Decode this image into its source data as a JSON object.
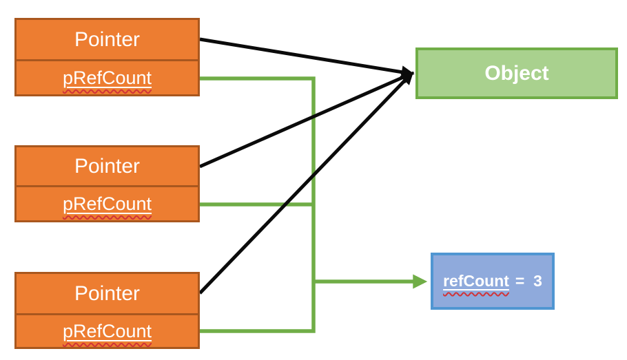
{
  "diagram": {
    "pointers": [
      {
        "title": "Pointer",
        "field": "pRefCount"
      },
      {
        "title": "Pointer",
        "field": "pRefCount"
      },
      {
        "title": "Pointer",
        "field": "pRefCount"
      }
    ],
    "object_box": {
      "label": "Object"
    },
    "refcount_box": {
      "keyword": "refCount",
      "rest": "=  3"
    }
  },
  "colors": {
    "orange-fill": "#ED7D31",
    "orange-border": "#A9571E",
    "green-fill": "#A9D18E",
    "green-border": "#70AD47",
    "connector-green": "#70AD47",
    "blue-fill": "#8FAADC",
    "blue-border": "#5096D2",
    "arrow-black": "#0B0B0B",
    "label-white": "#FFFFFF",
    "squiggle-red": "#D13438"
  }
}
